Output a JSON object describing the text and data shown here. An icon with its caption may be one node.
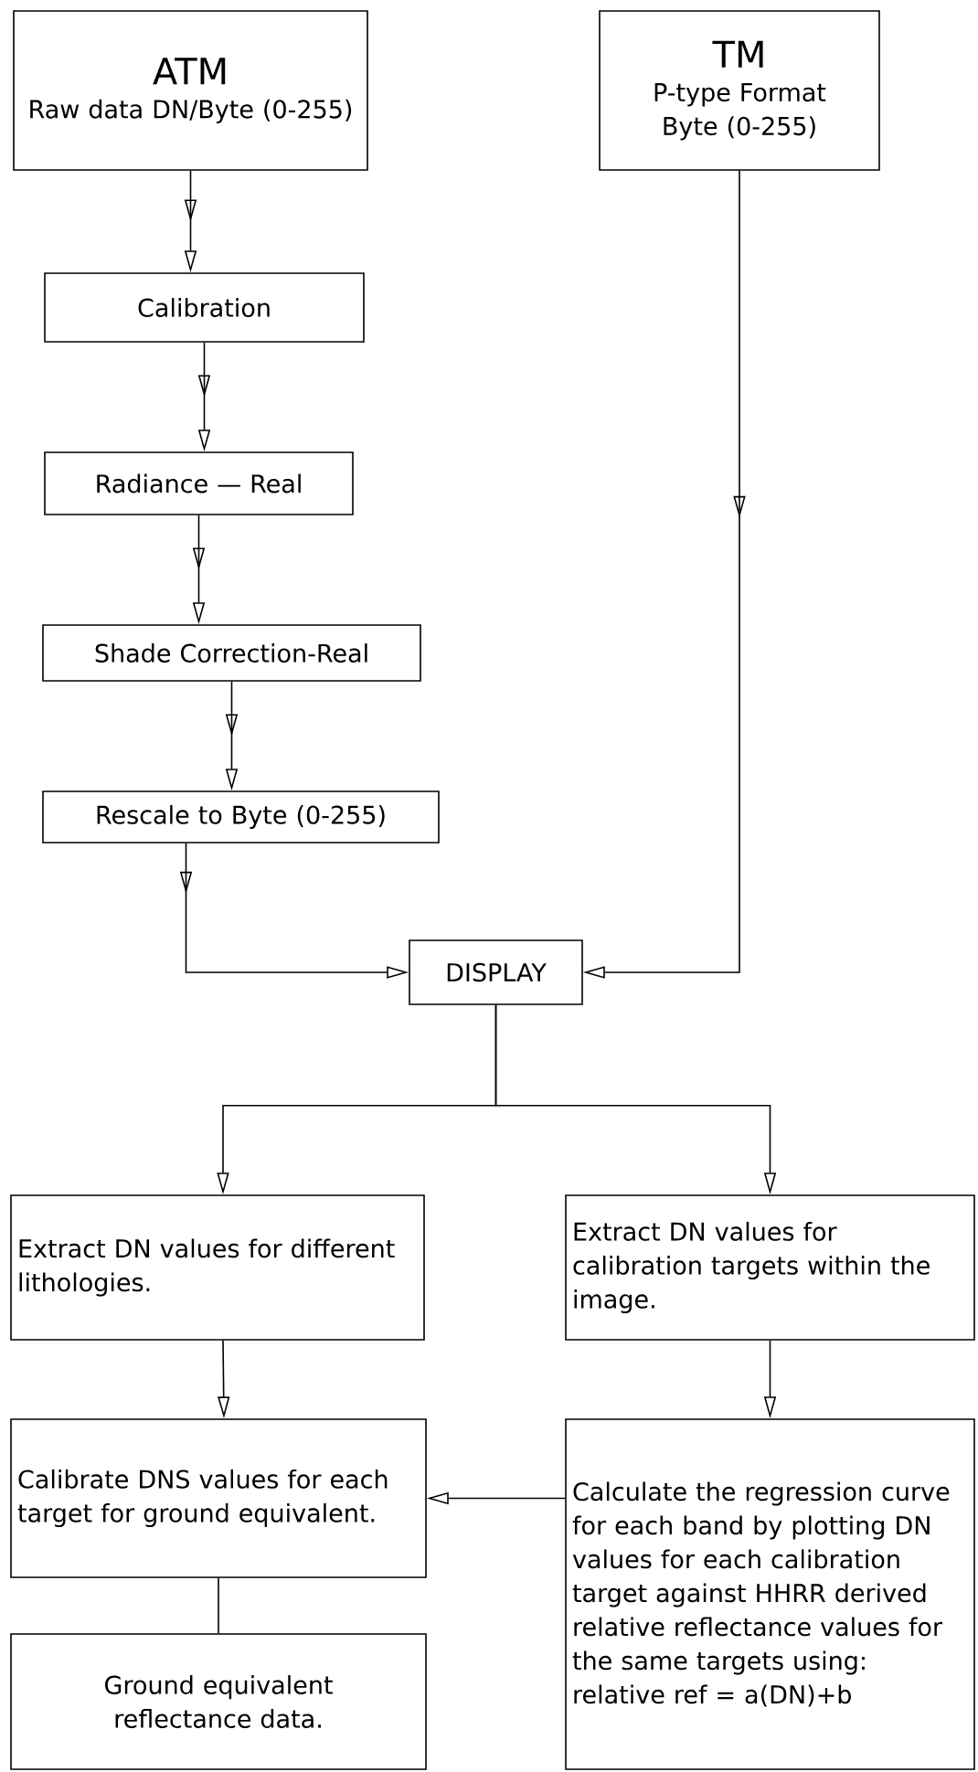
{
  "diagram": {
    "nodes": [
      {
        "text": [
          "ATM",
          "Raw data DN/Byte (0-255)"
        ]
      },
      {
        "text": [
          "TM",
          "P-type Format Byte (0-255)"
        ]
      },
      {
        "text": [
          "Calibration"
        ]
      },
      {
        "text": [
          "Radiance — Real"
        ]
      },
      {
        "text": [
          "Shade Correction-Real"
        ]
      },
      {
        "text": [
          "Rescale to Byte (0-255)"
        ]
      },
      {
        "text": [
          "DISPLAY"
        ]
      },
      {
        "text": [
          "Extract DN values for different lithologies."
        ]
      },
      {
        "text": [
          "Extract DN values for calibration targets within the image."
        ]
      },
      {
        "text": [
          "Calibrate DNS values for each target for ground equivalent."
        ]
      },
      {
        "text": [
          "Calculate the regression curve for each band by plotting DN values for each calibration target against HHRR derived relative reflectance values for the same targets using:",
          "relative ref = a(DN)+b"
        ]
      },
      {
        "text": [
          "Ground equivalent reflectance data."
        ]
      }
    ],
    "edges": [
      {
        "from": 0,
        "to": 2,
        "arrow": "to"
      },
      {
        "from": 2,
        "to": 3,
        "arrow": "to"
      },
      {
        "from": 3,
        "to": 4,
        "arrow": "to"
      },
      {
        "from": 4,
        "to": 5,
        "arrow": "to"
      },
      {
        "from": 5,
        "to": 6,
        "arrow": "to"
      },
      {
        "from": 1,
        "to": 6,
        "arrow": "to"
      },
      {
        "from": 6,
        "to": 7,
        "arrow": "to"
      },
      {
        "from": 6,
        "to": 8,
        "arrow": "to"
      },
      {
        "from": 7,
        "to": 9,
        "arrow": "to"
      },
      {
        "from": 8,
        "to": 10,
        "arrow": "to"
      },
      {
        "from": 10,
        "to": 9,
        "arrow": "to"
      },
      {
        "from": 9,
        "to": 11,
        "arrow": "none"
      }
    ]
  }
}
